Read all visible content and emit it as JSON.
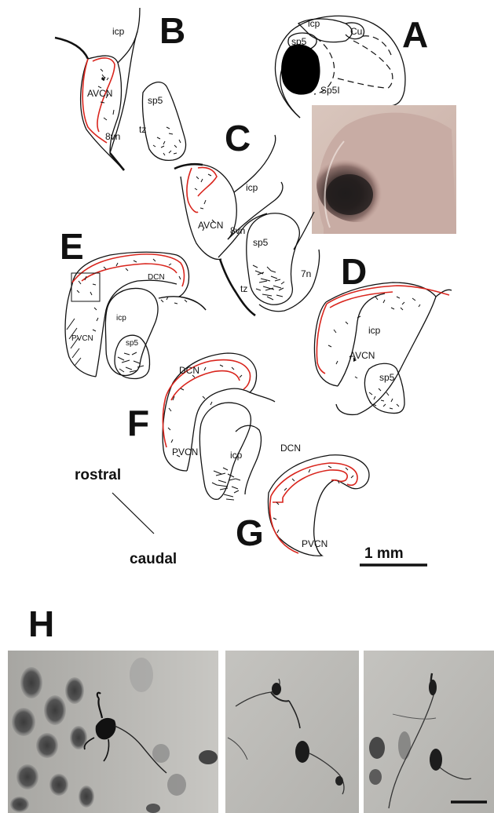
{
  "panels": {
    "a": {
      "letter": "A",
      "labels": {
        "icp": "icp",
        "cu": "Cu",
        "sp5": "sp5",
        "sp5i": "Sp5I"
      }
    },
    "b": {
      "letter": "B",
      "labels": {
        "icp": "icp",
        "avcn": "AVCN",
        "vn8": "8vn",
        "sp5": "sp5",
        "tz": "tz"
      }
    },
    "c": {
      "letter": "C",
      "labels": {
        "icp": "icp",
        "avcn": "AVCN",
        "vn8": "8vn",
        "sp5": "sp5",
        "tz": "tz",
        "n7": "7n"
      }
    },
    "d": {
      "letter": "D",
      "labels": {
        "icp": "icp",
        "avcn": "AVCN",
        "sp5": "sp5"
      }
    },
    "e": {
      "letter": "E",
      "labels": {
        "dcn": "DCN",
        "icp": "icp",
        "pvcn": "PVCN",
        "sp5": "sp5"
      }
    },
    "f": {
      "letter": "F",
      "labels": {
        "dcn": "DCN",
        "pvcn": "PVCN",
        "icp": "icp"
      }
    },
    "g": {
      "letter": "G",
      "labels": {
        "dcn": "DCN",
        "pvcn": "PVCN"
      }
    },
    "h": {
      "letter": "H"
    }
  },
  "orientation": {
    "rostral": "rostral",
    "caudal": "caudal"
  },
  "scale_bar": {
    "label": "1 mm"
  },
  "colors": {
    "outline": "#111111",
    "granule_layer": "#d9251d",
    "injection_site": "#000000",
    "micrograph_bg": "#b9b6b1"
  }
}
